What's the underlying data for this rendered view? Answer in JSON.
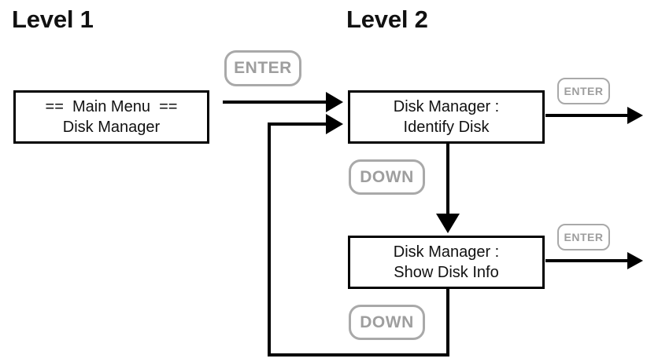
{
  "diagram": {
    "title_level1": "Level 1",
    "title_level2": "Level 2",
    "colors": {
      "box_border": "#000000",
      "box_text": "#111111",
      "key_border": "#a9a9a9",
      "key_text": "#9e9e9e",
      "connector": "#000000",
      "background": "#ffffff"
    }
  },
  "boxes": {
    "main_menu": {
      "line1": "==  Main Menu  ==",
      "line2": "Disk Manager"
    },
    "identify_disk": {
      "line1": "Disk Manager :",
      "line2": "Identify Disk"
    },
    "show_disk_info": {
      "line1": "Disk Manager :",
      "line2": "Show Disk Info"
    }
  },
  "keys": {
    "enter_main": "ENTER",
    "enter_identify": "ENTER",
    "enter_showinfo": "ENTER",
    "down_1": "DOWN",
    "down_2": "DOWN"
  }
}
